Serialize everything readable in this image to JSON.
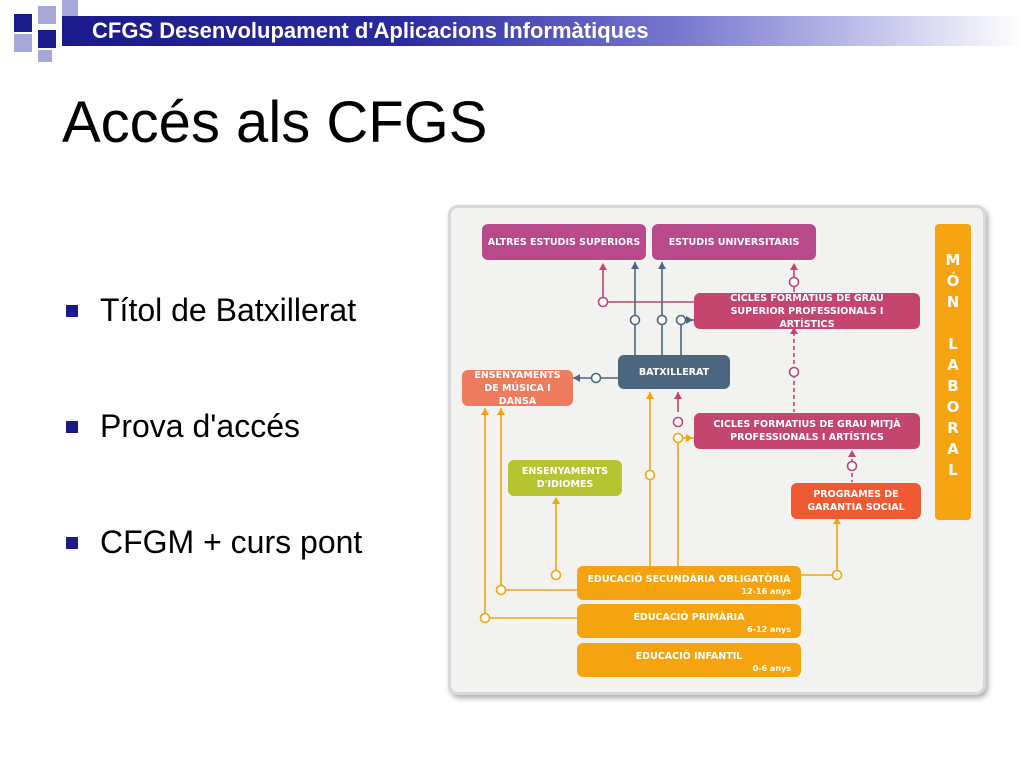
{
  "header": {
    "title": "CFGS Desenvolupament d'Aplicacions Informàtiques"
  },
  "title": "Accés als CFGS",
  "bullets": [
    "Títol de Batxillerat",
    "Prova d'accés",
    "CFGM + curs pont"
  ],
  "diagram": {
    "altres_estudis": "ALTRES ESTUDIS SUPERIORS",
    "estudis_universitaris": "ESTUDIS UNIVERSITARIS",
    "cfgs": "CICLES FORMATIUS DE GRAU SUPERIOR PROFESSIONALS I ARTÍSTICS",
    "batxillerat": "BATXILLERAT",
    "musica_dansa": "ENSENYAMENTS DE MÚSICA I DANSA",
    "cfgm": "CICLES FORMATIUS DE GRAU MITJÀ PROFESSIONALS I ARTÍSTICS",
    "idiomes": "ENSENYAMENTS D'IDIOMES",
    "garantia_social": "PROGRAMES DE GARANTIA SOCIAL",
    "eso": "EDUCACIÓ SECUNDÀRIA OBLIGATÒRIA",
    "eso_ages": "12-16 anys",
    "primaria": "EDUCACIÓ PRIMÀRIA",
    "primaria_ages": "6-12 anys",
    "infantil": "EDUCACIÓ INFANTIL",
    "infantil_ages": "0-6 anys",
    "mon_laboral": [
      "M",
      "Ó",
      "N",
      "",
      "L",
      "A",
      "B",
      "O",
      "R",
      "A",
      "L"
    ]
  },
  "colors": {
    "accent": "#1a1a8a",
    "purple": "#b84a8c",
    "crimson": "#c4456e",
    "slate": "#4d6680",
    "orange": "#f5a40f"
  }
}
